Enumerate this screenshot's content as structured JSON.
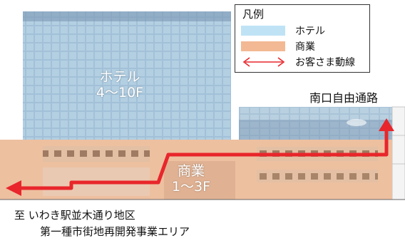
{
  "legend": {
    "title": "凡例",
    "items": [
      {
        "label": "ホテル",
        "color": "#bfe3f5"
      },
      {
        "label": "商業",
        "color": "#f3b994"
      },
      {
        "label": "お客さま動線",
        "color": "#e8262b"
      }
    ]
  },
  "labels": {
    "hotel_name": "ホテル",
    "hotel_floors": "4～10F",
    "commerce_name": "商業",
    "commerce_floors": "1～3F",
    "south_passage": "南口自由通路"
  },
  "caption": {
    "line1": "至  いわき駅並木通り地区",
    "line2": "第一種市街地再開発事業エリア"
  },
  "colors": {
    "hotel_glass": "#6e8fb0",
    "hotel_overlay": "#bfe3f5",
    "commerce_overlay": "#f3b994",
    "route": "#e8262b"
  }
}
